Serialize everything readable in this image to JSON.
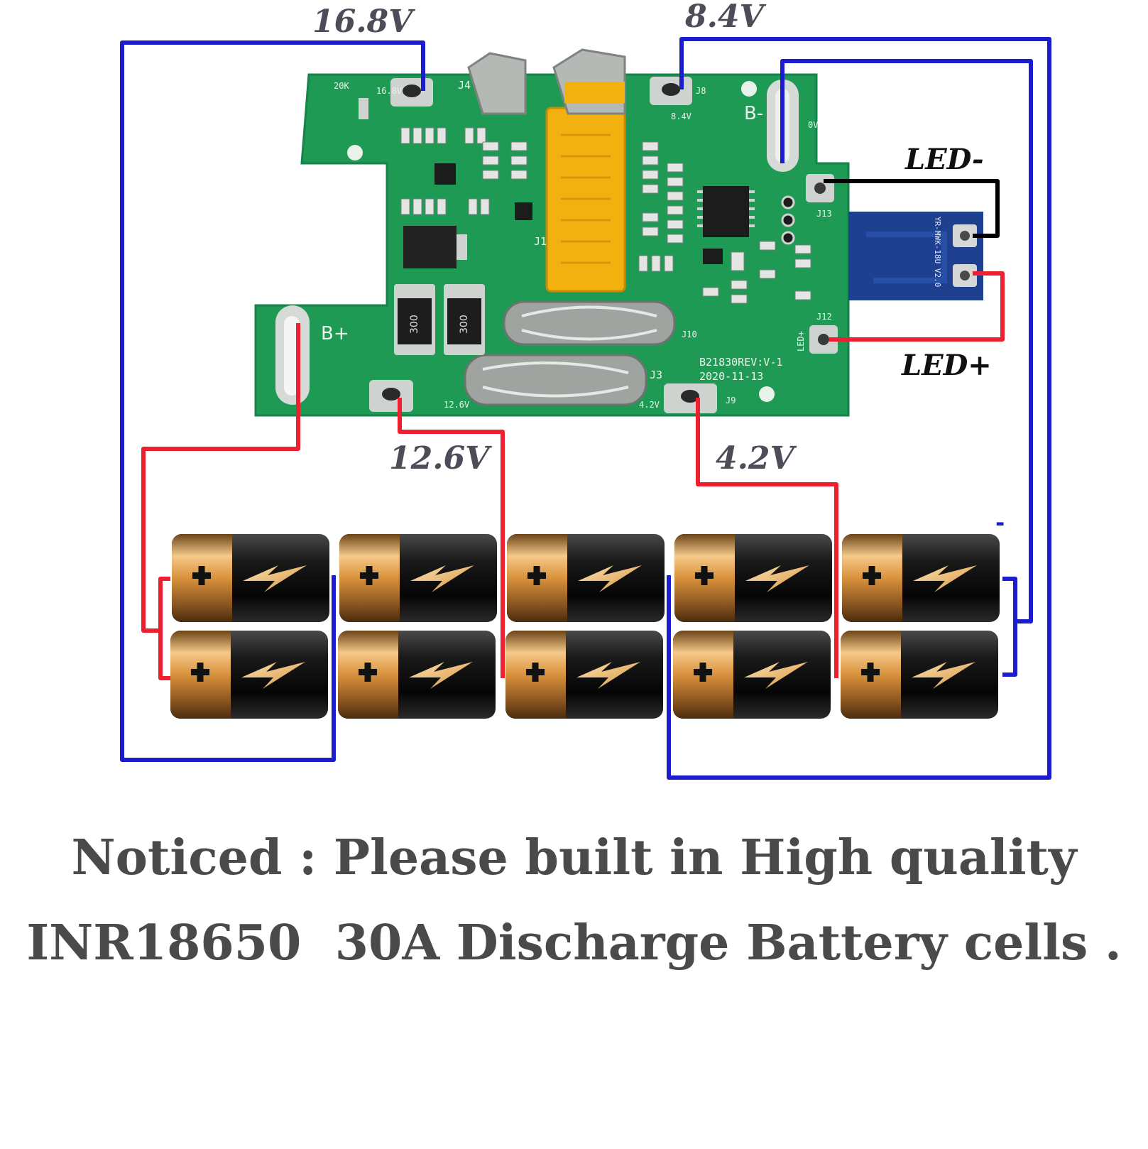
{
  "labels": {
    "v168": "16.8V",
    "v84": "8.4V",
    "v126": "12.6V",
    "v42": "4.2V",
    "led_minus": "LED-",
    "led_plus": "LED+",
    "minus_mark": "-"
  },
  "pcb": {
    "silk_bplus": "B+",
    "silk_bminus": "B-",
    "silk_j4": "J4",
    "silk_j8": "J8",
    "silk_j3": "J3",
    "silk_j9": "J9",
    "silk_j10": "J10",
    "silk_j12": "J12",
    "silk_j13": "J13",
    "silk_j1": "J1",
    "silk_ov": "0V",
    "silk_84v": "8.4V",
    "silk_168v": "16.8V",
    "silk_126v": "12.6V",
    "silk_42v": "4.2V",
    "silk_20k": "20K",
    "silk_ledp": "LED+",
    "silk_rev": "B21830REV:V-1",
    "silk_date": "2020-11-13",
    "mosfet_a": "300",
    "mosfet_b": "300",
    "led_board_text": "YR-MWK-18U V2.0"
  },
  "notice": {
    "line1": "Noticed : Please built in High quality",
    "line2": "INR18650  30A Discharge Battery cells ."
  },
  "colors": {
    "blue_wire": "#1c1ccf",
    "red_wire": "#ee1f2f",
    "pcb_green": "#1f9a55",
    "connector_yellow": "#f2b10e",
    "led_board_blue": "#1f3f8f"
  }
}
